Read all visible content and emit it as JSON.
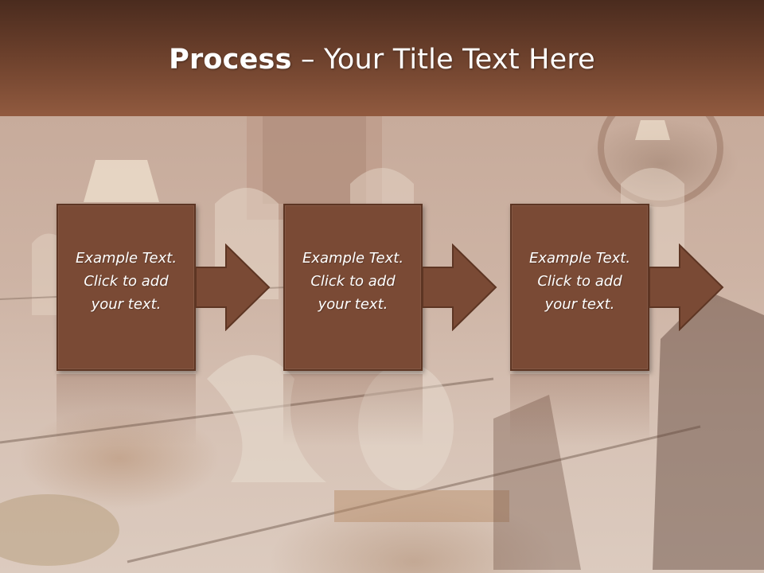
{
  "header": {
    "title_bold": "Process",
    "title_rest": " – Your Title Text Here"
  },
  "steps": [
    {
      "line1": "Example Text.",
      "line2": "Click  to add",
      "line3": "your text."
    },
    {
      "line1": "Example Text.",
      "line2": "Click  to add",
      "line3": "your text."
    },
    {
      "line1": "Example Text.",
      "line2": "Click  to add",
      "line3": "your text."
    }
  ],
  "colors": {
    "header_dark": "#4a2b1e",
    "header_light": "#915a3f",
    "box_fill": "#7a4a35",
    "arrow_fill": "#7a4a35",
    "text": "#ffffff"
  }
}
